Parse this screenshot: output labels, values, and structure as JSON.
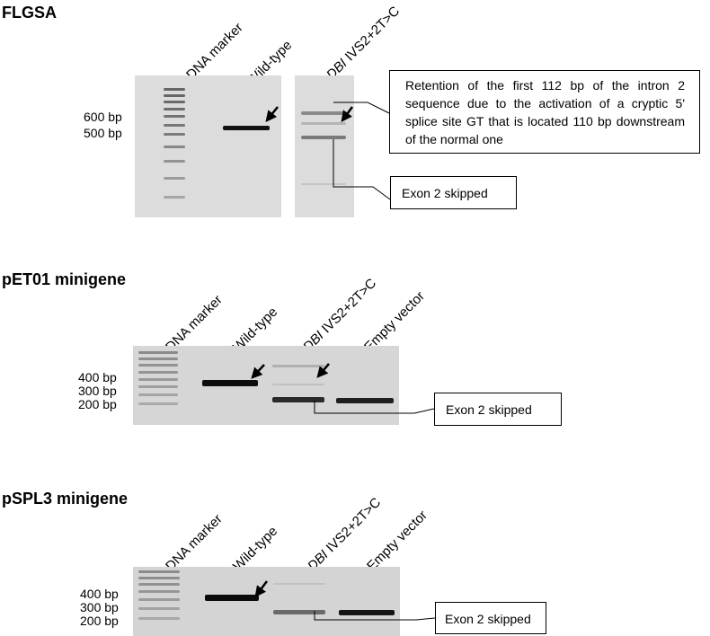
{
  "panels": {
    "flgsa": {
      "title": "FLGSA",
      "lanes": {
        "marker": "DNA marker",
        "wildtype": "Wild-type",
        "mutant_gene": "DBI",
        "mutant_rest": " IVS2+2T>C"
      },
      "bp": [
        "600 bp",
        "500 bp"
      ],
      "callout_retention": "Retention of the first 112 bp of the intron 2 sequence due to the activation of a cryptic 5' splice site GT that is located 110 bp downstream of the normal one",
      "callout_skip": "Exon 2 skipped"
    },
    "pet01": {
      "title": "pET01 minigene",
      "lanes": {
        "marker": "DNA marker",
        "wildtype": "Wild-type",
        "mutant_gene": "DBI",
        "mutant_rest": " IVS2+2T>C",
        "empty": "Empty vector"
      },
      "bp": [
        "400 bp",
        "300 bp",
        "200 bp"
      ],
      "callout_skip": "Exon 2 skipped"
    },
    "pspl3": {
      "title": "pSPL3 minigene",
      "lanes": {
        "marker": "DNA marker",
        "wildtype": "Wild-type",
        "mutant_gene": "DBI",
        "mutant_rest": " IVS2+2T>C",
        "empty": "Empty vector"
      },
      "bp": [
        "400 bp",
        "300 bp",
        "200 bp"
      ],
      "callout_skip": "Exon 2 skipped"
    }
  }
}
